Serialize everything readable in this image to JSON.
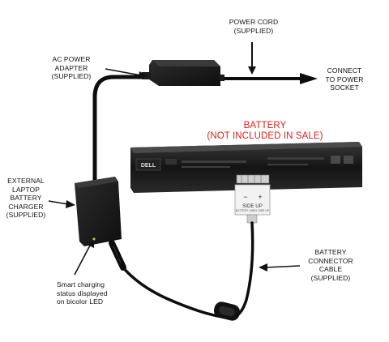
{
  "labels": {
    "power_cord": [
      "POWER CORD",
      "(SUPPLIED)"
    ],
    "ac_adapter": [
      "AC POWER",
      "ADAPTER",
      "(SUPPLIED)"
    ],
    "connect_socket": [
      "CONNECT",
      "TO POWER",
      "SOCKET"
    ],
    "battery_title": [
      "BATTERY",
      "(NOT INCLUDED IN SALE)"
    ],
    "external_charger": [
      "EXTERNAL",
      "LAPTOP",
      "BATTERY",
      "CHARGER",
      "(SUPPLIED)"
    ],
    "connector_cable": [
      "BATTERY",
      "CONNECTOR",
      "CABLE",
      "(SUPPLIED)"
    ],
    "led_note": [
      "Smart charging",
      "status displayed",
      "on bicolor LED"
    ]
  },
  "connector_plate": {
    "minus": "−",
    "plus": "+",
    "side_up": "SIDE UP",
    "small_note": "BATTERY LABEL SIDE UP"
  },
  "battery_brand": "DELL",
  "colors": {
    "label_text": "#111111",
    "highlight_red": "#e0201b",
    "device_black": "#1b1b1b",
    "cable_black": "#0d0d0d",
    "connector_white": "#f2f2f2"
  }
}
